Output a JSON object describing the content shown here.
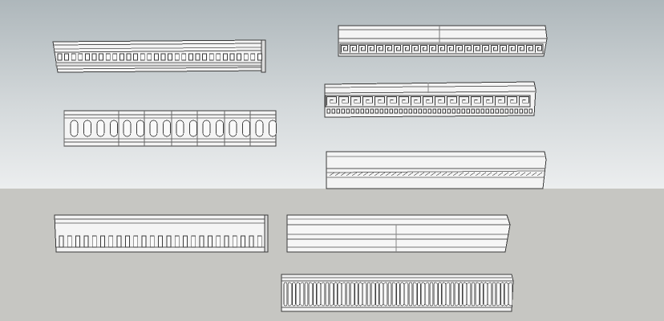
{
  "scene": {
    "sky_color_top": "#aeb7bb",
    "sky_color_bottom": "#eceeef",
    "ground_color": "#c6c6c2",
    "edge_color": "#3a3a3a",
    "face_color": "#f4f4f4",
    "shadow_color": "#bdbdbd"
  },
  "moldings": [
    {
      "name": "dentil-crown-molding",
      "ornament": "dentil"
    },
    {
      "name": "greek-key-frieze-molding",
      "ornament": "greek-key"
    },
    {
      "name": "greek-key-dentil-cornice",
      "ornament": "greek-key-dentil"
    },
    {
      "name": "fluted-panel-molding",
      "ornament": "fluted-panels"
    },
    {
      "name": "rope-band-cornice",
      "ornament": "rope-band"
    },
    {
      "name": "block-dentil-cornice",
      "ornament": "block-dentil"
    },
    {
      "name": "plain-step-cornice",
      "ornament": "plain"
    },
    {
      "name": "gadrooned-molding",
      "ornament": "gadroon"
    }
  ]
}
